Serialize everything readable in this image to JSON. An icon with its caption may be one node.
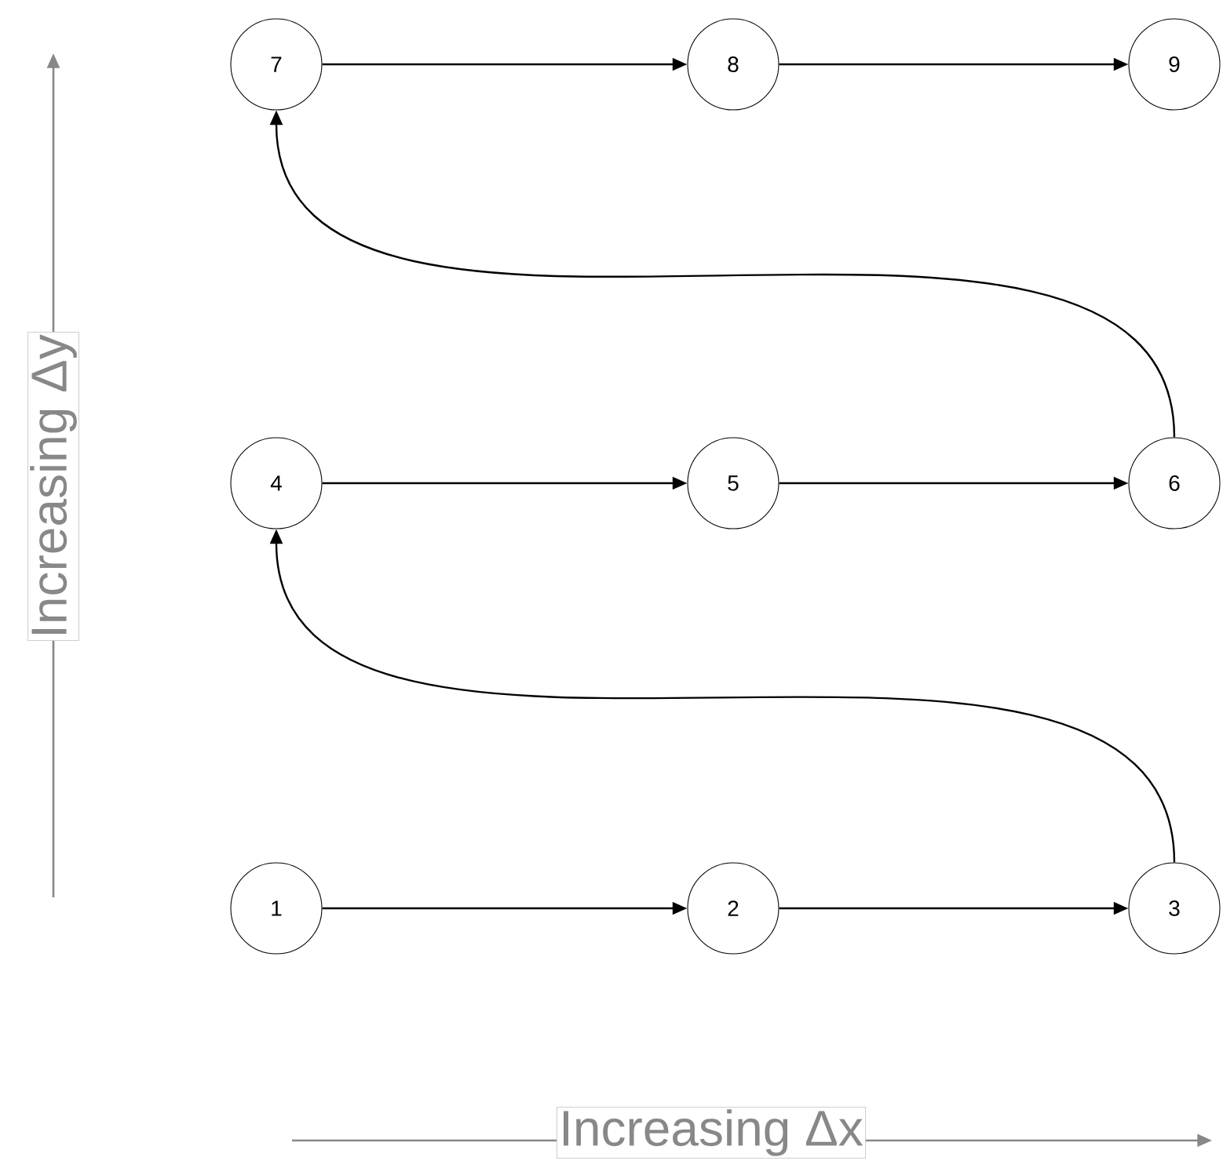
{
  "diagram": {
    "nodes": [
      {
        "text": [
          "1"
        ]
      },
      {
        "text": [
          "2"
        ]
      },
      {
        "text": [
          "3"
        ]
      },
      {
        "text": [
          "4"
        ]
      },
      {
        "text": [
          "5"
        ]
      },
      {
        "text": [
          "6"
        ]
      },
      {
        "text": [
          "7"
        ]
      },
      {
        "text": [
          "8"
        ]
      },
      {
        "text": [
          "9"
        ]
      }
    ],
    "edges": [
      {
        "from": 0,
        "to": 1,
        "arrow": "to"
      },
      {
        "from": 1,
        "to": 2,
        "arrow": "to"
      },
      {
        "from": 2,
        "to": 3,
        "arrow": "to"
      },
      {
        "from": 3,
        "to": 4,
        "arrow": "to"
      },
      {
        "from": 4,
        "to": 5,
        "arrow": "to"
      },
      {
        "from": 5,
        "to": 6,
        "arrow": "to"
      },
      {
        "from": 6,
        "to": 7,
        "arrow": "to"
      },
      {
        "from": 7,
        "to": 8,
        "arrow": "to"
      }
    ],
    "labels": [
      "Increasing Δy",
      "Increasing Δx"
    ]
  }
}
